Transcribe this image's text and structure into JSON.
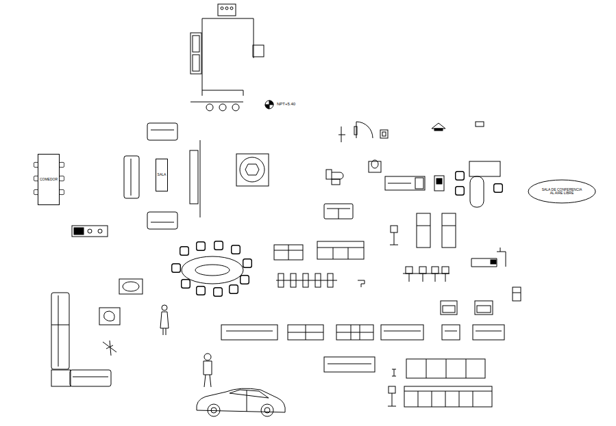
{
  "diagram": {
    "nodes": [
      {
        "text": [
          "COMEDOR"
        ]
      },
      {
        "text": [
          "SALA"
        ]
      },
      {
        "text": [
          "SALA DE CONFERENCIA AL AIRE LIBRE"
        ]
      }
    ],
    "labels": [
      "NPT+5.40"
    ]
  }
}
